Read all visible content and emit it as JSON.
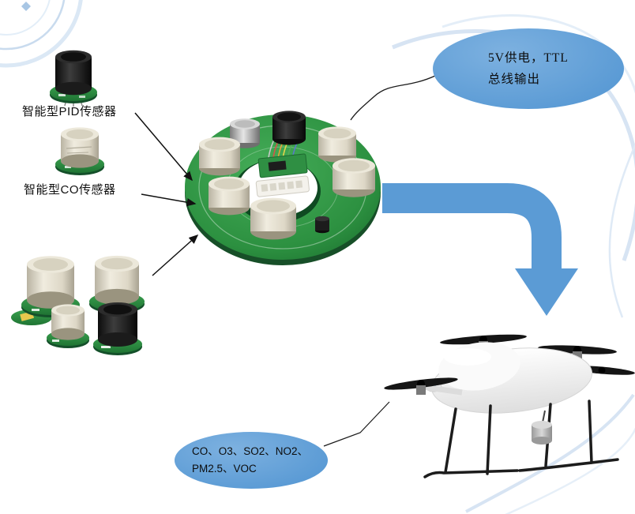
{
  "diagram": {
    "labels": {
      "pid_sensor": "智能型PID传感器",
      "co_sensor": "智能型CO传感器"
    },
    "callouts": {
      "power": {
        "line1": "5V供电，TTL",
        "line2": "总线输出"
      },
      "gases": {
        "line1": "CO、O3、SO2、NO2、",
        "line2": "PM2.5、VOC"
      }
    },
    "colors": {
      "callout_blue": "#5b9bd5",
      "flow_arrow_blue": "#5b9bd5",
      "pcb_green": "#2f9447",
      "sensor_cream": "#ece8da",
      "decor_arc_blue": "#d7e4f3"
    }
  }
}
